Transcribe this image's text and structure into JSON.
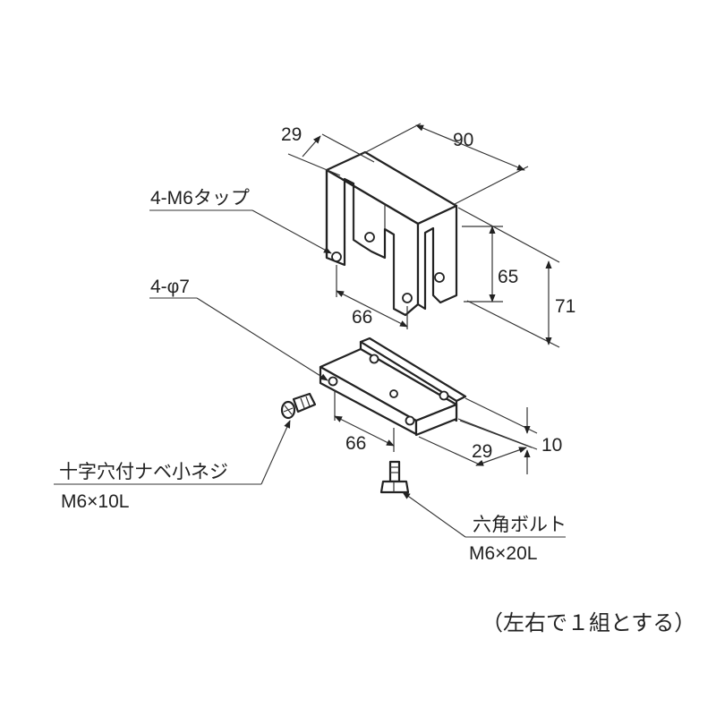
{
  "dimensions": {
    "top_depth": "29",
    "top_width": "90",
    "slot_height": "65",
    "total_height": "71",
    "top_hole_pitch": "66",
    "bottom_hole_pitch": "66",
    "bottom_depth": "29",
    "bottom_height": "10"
  },
  "callouts": {
    "tap": "4-M6タップ",
    "hole": "4-φ7",
    "screw_name": "十字穴付ナベ小ネジ",
    "screw_size": "M6×10L",
    "bolt_name": "六角ボルト",
    "bolt_size": "M6×20L"
  },
  "note": "（左右で１組とする）"
}
